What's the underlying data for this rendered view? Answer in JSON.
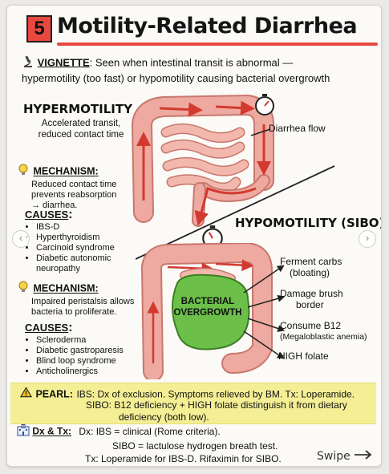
{
  "header": {
    "number": "5",
    "title": "Motility-Related Diarrhea"
  },
  "vignette": {
    "label": "VIGNETTE",
    "line1": "Seen when intestinal transit is abnormal —",
    "line2": "hypermotility (too fast) or hypomotility causing bacterial overgrowth"
  },
  "hyper": {
    "heading": "HYPERMOTILITY",
    "sub1": "Accelerated transit,",
    "sub2": "reduced contact time",
    "flow_label": "Diarrhea flow",
    "mechanism_label": "MECHANISM",
    "mechanism_lines": [
      "Reduced contact time",
      "prevents reabsorption",
      "→ diarrhea."
    ],
    "causes_label": "CAUSES",
    "causes": [
      "IBS-D",
      "Hyperthyroidism",
      "Carcinoid syndrome",
      "Diabetic autonomic neuropathy"
    ]
  },
  "hypo": {
    "heading": "HYPOMOTILITY (SIBO)",
    "center_line1": "BACTERIAL",
    "center_line2": "OVERGROWTH",
    "effects": [
      {
        "l1": "Ferment carbs",
        "l2": "(bloating)"
      },
      {
        "l1": "Damage brush",
        "l2": "border"
      },
      {
        "l1": "Consume B12",
        "l2": "(Megaloblastic anemia)"
      },
      {
        "l1": "HIGH folate",
        "l2": ""
      }
    ],
    "mechanism_label": "MECHANISM",
    "mechanism_lines": [
      "Impaired peristalsis allows",
      "bacteria to proliferate."
    ],
    "causes_label": "CAUSES",
    "causes": [
      "Scleroderma",
      "Diabetic gastroparesis",
      "Blind loop syndrome",
      "Anticholinergics"
    ]
  },
  "pearl": {
    "label": "PEARL:",
    "line1": "IBS: Dx of exclusion. Symptoms relieved by BM. Tx: Loperamide.",
    "line2": "SIBO: B12 deficiency + HIGH folate distinguish it from dietary",
    "line3": "deficiency (both low)."
  },
  "dxtx": {
    "label": "Dx & Tx:",
    "line1": "Dx: IBS = clinical (Rome criteria).",
    "line2": "SIBO = lactulose hydrogen breath test.",
    "line3": "Tx: Loperamide for IBS-D. Rifaximin for SIBO."
  },
  "swipe": "Swipe",
  "colors": {
    "accent_red": "#e8483f",
    "intestine": "#eeaaa0",
    "bacteria_green": "#6cc04a",
    "pearl_yellow": "#f4ef95"
  },
  "icons": [
    "microscope-icon",
    "stopwatch-icon",
    "lightbulb-icon",
    "warning-icon",
    "hospital-icon",
    "arrow-right-icon"
  ]
}
